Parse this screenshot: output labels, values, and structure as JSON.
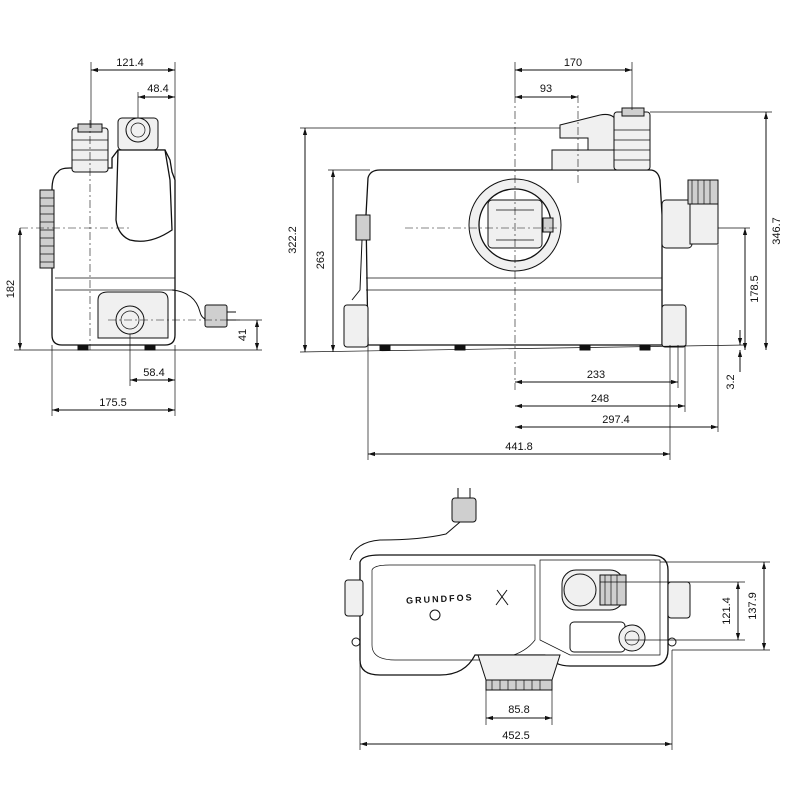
{
  "dimensions": {
    "side": {
      "top_width": "121.4",
      "top_offset": "48.4",
      "height": "182",
      "cable_height": "41",
      "inlet_offset": "58.4",
      "depth": "175.5"
    },
    "front": {
      "top_width": "170",
      "top_offset": "93",
      "total_height": "322.2",
      "body_height": "263",
      "right_height": "346.7",
      "inlet_height": "178.5",
      "foot_height": "3.2",
      "w233": "233",
      "w248": "248",
      "w297": "297.4",
      "w441": "441.8"
    },
    "top": {
      "width_1": "121.4",
      "width_2": "137.9",
      "outlet_width": "85.8",
      "overall": "452.5"
    }
  },
  "brand": "GRUNDFOS"
}
